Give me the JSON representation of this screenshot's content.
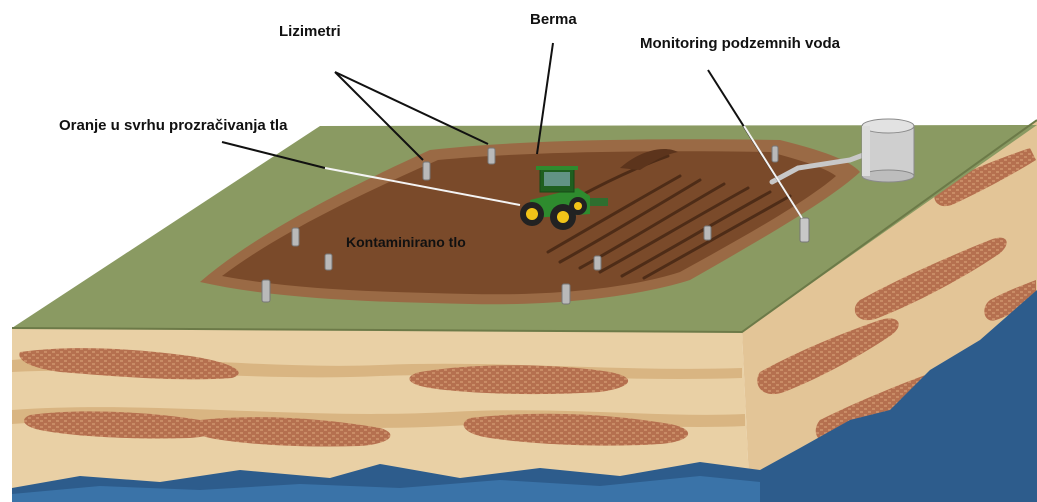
{
  "labels": {
    "lizimetri": "Lizimetri",
    "berma": "Berma",
    "monitoring": "Monitoring podzemnih voda",
    "oranje": "Oranje u svrhu prozračivanja tla",
    "kontaminirano": "Kontaminirano tlo"
  },
  "colors": {
    "grass": "#8a9a62",
    "soil": "#7a4a2a",
    "berm": "#9a6a45",
    "sand": "#e8cfa3",
    "clay_pattern": "#b07050",
    "water": "#2d5c8c",
    "tractor": "#2e8b2e",
    "tank": "#cfcfcf"
  },
  "icons": {
    "vehicle": "tractor-icon",
    "storage": "tank-icon"
  }
}
